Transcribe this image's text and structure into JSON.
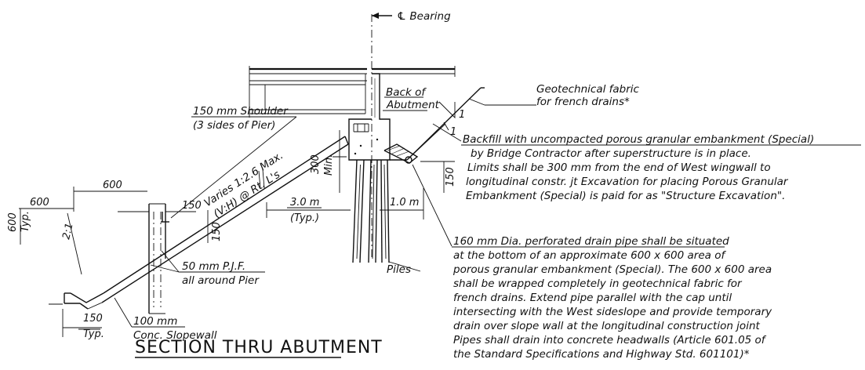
{
  "drawing": {
    "title": "SECTION THRU ABUTMENT",
    "bearing_label": "℄ Bearing",
    "labels": {
      "back_of": "Back of",
      "abutment": "Abutment",
      "geo_fabric_1": "Geotechnical fabric",
      "geo_fabric_2": "for french drains*",
      "shoulder_1": "150 mm Shoulder",
      "shoulder_2": "(3 sides of Pier)",
      "varies_1": "Varies 1:2.6 Max.",
      "varies_2": "(V:H) @ Rt. L's",
      "pjf_1": "50 mm P.J.F.",
      "pjf_2": "all around Pier",
      "slopewall_1": "100 mm",
      "slopewall_2": "Conc. Slopewall",
      "piles": "Piles"
    },
    "dimensions": {
      "d600_top": "600",
      "d600_left": "600",
      "d600_vert": "600",
      "typ_vert": "Typ.",
      "d150_horiz": "150",
      "d150_lower": "150",
      "typ_lower": "Typ.",
      "d150_vert": "150",
      "d300": "300",
      "min": "Min.",
      "d3m": "3.0 m",
      "typ_paren": "(Typ.)",
      "d1m": "1.0 m",
      "d150_right": "150",
      "ratio_21": "2:1",
      "slope_1a": "1",
      "slope_1b": "1"
    },
    "backfill_note": [
      "Backfill with uncompacted porous granular embankment (Special)",
      "by Bridge Contractor after superstructure is in place.",
      "Limits shall be 300 mm from the end of West wingwall to",
      "longitudinal constr. jt  Excavation for placing  Porous Granular",
      "Embankment (Special) is paid for as \"Structure Excavation\"."
    ],
    "drain_note": [
      "160 mm Dia. perforated drain pipe shall be situated",
      "at the bottom of an approximate 600 x 600 area of",
      "porous granular embankment (Special). The 600 x 600 area",
      "shall be wrapped completely in geotechnical fabric for",
      "french drains.  Extend pipe parallel with the cap until",
      "intersecting with the West sideslope and provide temporary",
      "drain over slope wall at the longitudinal construction joint",
      "  Pipes shall drain into concrete headwalls (Article 601.05 of",
      "the Standard Specifications and Highway Std. 601101)*"
    ]
  }
}
